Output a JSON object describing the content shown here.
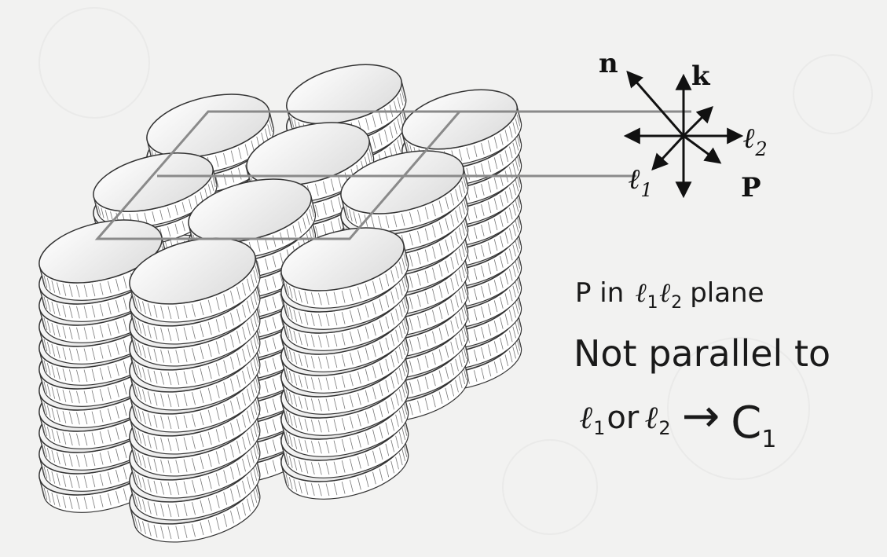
{
  "axes": {
    "n": "n",
    "k": "k",
    "l2": "ℓ",
    "l2_sub": "2",
    "l1": "ℓ",
    "l1_sub": "1",
    "p": "P"
  },
  "caption": {
    "line1_p": "P in",
    "line1_l": "ℓ",
    "line1_sub1": "1",
    "line1_l2": "ℓ",
    "line1_sub2": "2",
    "line1_end": "plane",
    "line2": "Not parallel to",
    "line3_l1": "ℓ",
    "line3_sub1": "1",
    "line3_or": "or",
    "line3_l2": "ℓ",
    "line3_sub2": "2",
    "line3_arrow": "→",
    "line3_c": "C",
    "line3_csub": "1"
  },
  "colors": {
    "background": "#f2f2f1",
    "coin_fill": "#f7f7f7",
    "coin_edge": "#333333",
    "plane": "#8a8a8a"
  }
}
